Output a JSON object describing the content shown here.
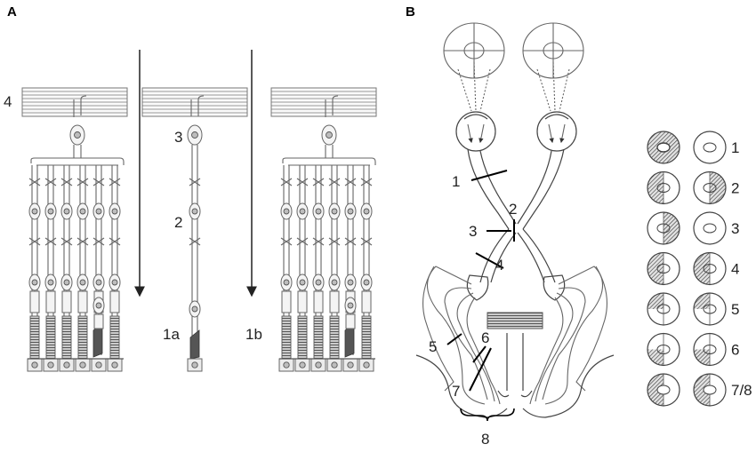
{
  "panels": {
    "a": "A",
    "b": "B"
  },
  "panel_a": {
    "labels": {
      "fiber": "4",
      "ganglion": "3",
      "bipolar": "2",
      "left_fovea": "1a",
      "right_fovea": "1b"
    }
  },
  "panel_b": {
    "lesions": [
      "1",
      "2",
      "3",
      "4",
      "5",
      "6",
      "7",
      "8"
    ],
    "fields": [
      {
        "label": "1",
        "left": "ring-hatched",
        "right": "clear"
      },
      {
        "label": "2",
        "left": "left-half",
        "right": "right-half"
      },
      {
        "label": "3",
        "left": "right-half",
        "right": "clear"
      },
      {
        "label": "4",
        "left": "left-half",
        "right": "left-half"
      },
      {
        "label": "5",
        "left": "upper-left-quadrant",
        "right": "upper-left-quadrant"
      },
      {
        "label": "6",
        "left": "lower-left-quadrant",
        "right": "lower-left-quadrant"
      },
      {
        "label": "7/8",
        "left": "left-half-macular-sparing",
        "right": "left-half-macular-sparing"
      }
    ]
  },
  "colors": {
    "ink": "#444444",
    "shade": "#bdbdbd",
    "paper": "#ffffff"
  }
}
